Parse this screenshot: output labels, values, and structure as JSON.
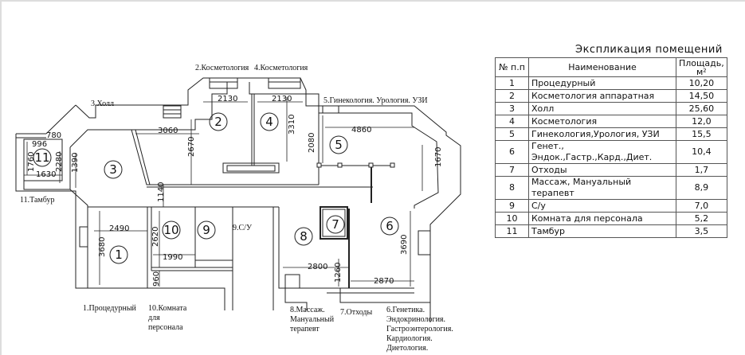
{
  "explication": {
    "title": "Экспликация  помещений",
    "headers": {
      "num": "№ п.п",
      "name": "Наименование",
      "area": "Площадь, м²"
    },
    "rows": [
      {
        "num": "1",
        "name": "Процедурный",
        "area": "10,20"
      },
      {
        "num": "2",
        "name": "Косметология аппаратная",
        "area": "14,50"
      },
      {
        "num": "3",
        "name": "Холл",
        "area": "25,60"
      },
      {
        "num": "4",
        "name": "Косметология",
        "area": "12,0"
      },
      {
        "num": "5",
        "name": "Гинекология,Урология, УЗИ",
        "area": "15,5"
      },
      {
        "num": "6",
        "name": "Генет., Эндок.,Гастр.,Кард.,Диет.",
        "area": "10,4"
      },
      {
        "num": "7",
        "name": "Отходы",
        "area": "1,7"
      },
      {
        "num": "8",
        "name": "Массаж, Мануальный терапевт",
        "area": "8,9"
      },
      {
        "num": "9",
        "name": "С/у",
        "area": "7,0"
      },
      {
        "num": "10",
        "name": "Комната для персонала",
        "area": "5,2"
      },
      {
        "num": "11",
        "name": "Тамбур",
        "area": "3,5"
      }
    ]
  },
  "plan": {
    "room_numbers": [
      "1",
      "2",
      "3",
      "4",
      "5",
      "6",
      "7",
      "8",
      "9",
      "10",
      "11"
    ],
    "labels": {
      "r1": "1.Процедурный",
      "r2": "2.Косметология",
      "r3": "3.Холл",
      "r4": "4.Косметология",
      "r5": "5.Гинекология. Урология. УЗИ",
      "r6": [
        "6.Генетика.",
        "Эндокринология.",
        "Гастроэнтерология.",
        "Кардиология.",
        "Диетология."
      ],
      "r7": "7.Отходы",
      "r8": [
        "8.Массаж.",
        "Мануальный",
        "терапевт"
      ],
      "r9": "9.С/У",
      "r10": [
        "10.Комната",
        "для",
        "персонала"
      ],
      "r11": "11.Тамбур"
    },
    "dimensions": {
      "d996": "996",
      "d780": "780",
      "d1760": "1760",
      "d2280": "2280",
      "d1630": "1630",
      "d1390": "1390",
      "d3060": "3060",
      "d2670": "2670",
      "d1140": "1140",
      "d2130a": "2130",
      "d2130b": "2130",
      "d3310": "3310",
      "d2080": "2080",
      "d4860": "4860",
      "d1670": "1670",
      "d2490": "2490",
      "d3680": "3680",
      "d2620": "2620",
      "d1990": "1990",
      "d960": "960",
      "d2800": "2800",
      "d1260": "1260",
      "d2870": "2870",
      "d3690": "3690"
    }
  }
}
